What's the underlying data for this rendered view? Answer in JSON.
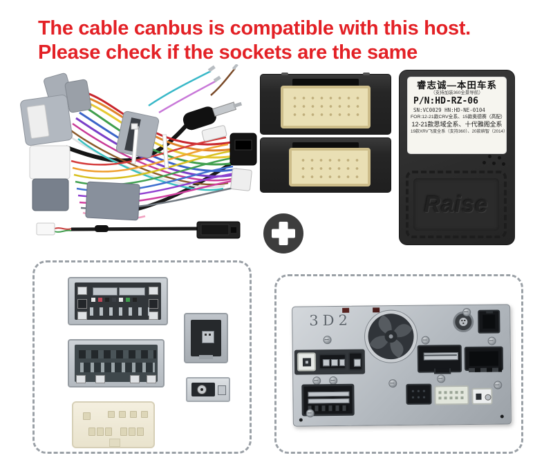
{
  "heading": {
    "line1": "The cable canbus is compatible with this host.",
    "line2": "Please check if the sockets are the same",
    "color": "#e32126"
  },
  "top_section": {
    "harness": {
      "name": "car-stereo-wiring-harness"
    },
    "aux_cable": {
      "name": "usb-adapter-cable"
    },
    "socket_modules": [
      {
        "name": "canbus-box-socket-view-top",
        "pin_count": "16"
      },
      {
        "name": "canbus-box-socket-view-bottom",
        "pin_count": "16"
      }
    ],
    "plus_symbol": "+",
    "canbus_box": {
      "body_color": "#2e2e2e",
      "brand": "Raise",
      "label": {
        "title": "睿志诚—本田车系",
        "subtitle": "（支持加装360全景导航）",
        "part_number": "P/N:HD-RZ-06",
        "serial_line": "SN:VC0029  HN:HD-NE-0104",
        "for_line1": "FOR:12-21款CRV全系、15款奥德赛（高配）",
        "for_line2": "12-21款思域全系、十代雅阁全系",
        "for_line3": "19款XRV飞度全系（支持360）、20款缤智（2014）"
      }
    }
  },
  "bottom_left_panel": {
    "name": "cable-connector-sockets-detail",
    "items": [
      "wide-connector-a",
      "wide-connector-b",
      "cream-connector",
      "square-camera-connector",
      "antenna-socket"
    ]
  },
  "bottom_right_panel": {
    "name": "head-unit-rear-view",
    "head_unit_marking": "3D2"
  }
}
